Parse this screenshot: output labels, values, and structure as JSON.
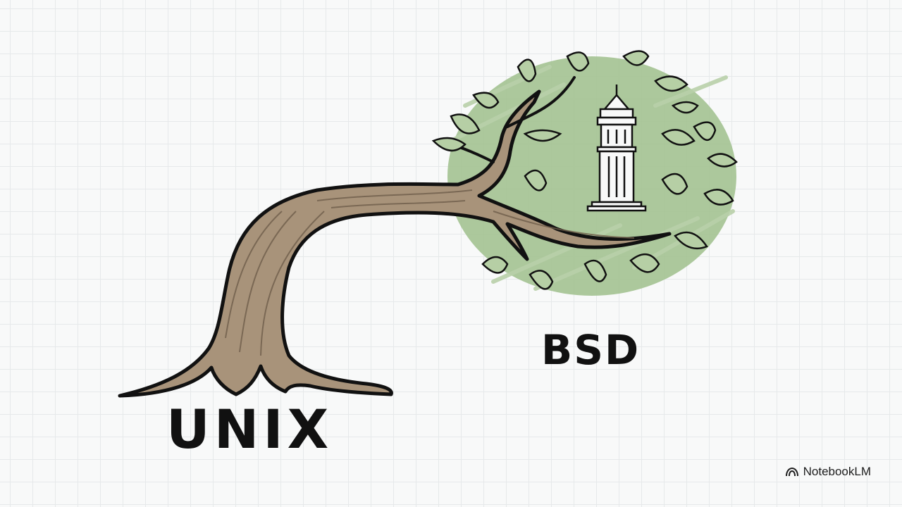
{
  "labels": {
    "trunk": "UNIX",
    "branch": "BSD"
  },
  "brand": {
    "name": "NotebookLM",
    "icon": "notebooklm-logo-icon"
  },
  "colors": {
    "trunk_fill": "#a8937a",
    "foliage": "#9fbf8c",
    "outline": "#111111",
    "background": "#f8f9f9",
    "grid": "#e6e9ea"
  },
  "icons": {
    "tree": "tree-illustration",
    "tower": "clock-tower-icon",
    "leaf": "leaf-icon"
  }
}
